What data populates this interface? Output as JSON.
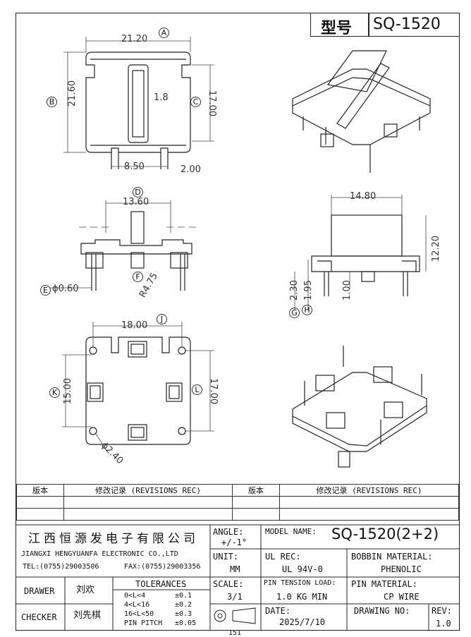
{
  "header": {
    "model_label": "型号",
    "model_value": "SQ-1520"
  },
  "dims": {
    "top_width": "21.20",
    "top_height": "21.60",
    "top_inner": "17.00",
    "slot": "1.8",
    "pin_span": "8.50",
    "pin_w": "2.00",
    "side_width": "13.60",
    "radius": "R4.75",
    "pin_dia": "ϕ0.60",
    "front_width": "14.80",
    "front_height": "12.20",
    "h1": "2.30",
    "h2": "1.95",
    "h3": "1.00",
    "bottom_width": "18.00",
    "bottom_height": "15.00",
    "bottom_inner": "17.00",
    "hole_dia": "ϕ2.40"
  },
  "markers": [
    "A",
    "B",
    "C",
    "D",
    "E",
    "F",
    "G",
    "H",
    "J",
    "K",
    "L"
  ],
  "revisions": {
    "col1": "版本",
    "col2": "修改记录 (REVISIONS REC)",
    "col3": "版本",
    "col4": "修改记录 (REVISIONS REC)"
  },
  "company": {
    "name_cn": "江西恒源发电子有限公司",
    "name_en": "JIANGXI HENGYUANFA ELECTRONIC CO.,LTD",
    "tel": "TEL:(0755)29003506",
    "fax": "FAX:(0755)29003356"
  },
  "title_block": {
    "angle_label": "ANGLE:",
    "angle_value": "+/-1°",
    "model_name_label": "MODEL NAME:",
    "model_name_value": "SQ-1520(2+2)",
    "unit_label": "UNIT:",
    "unit_value": "MM",
    "ul_label": "UL REC:",
    "ul_value": "UL 94V-0",
    "bobbin_label": "BOBBIN MATERIAL:",
    "bobbin_value": "PHENOLIC",
    "drawer_label": "DRAWER",
    "drawer_value": "刘欢",
    "checker_label": "CHECKER",
    "checker_value": "刘先棋",
    "tolerances_label": "TOLERANCES",
    "tol_rows": [
      {
        "range": "0<L<4",
        "value": "±0.1"
      },
      {
        "range": "4<L<16",
        "value": "±0.2"
      },
      {
        "range": "16<L<50",
        "value": "±0.3"
      },
      {
        "range": "PIN PITCH",
        "value": "±0.05"
      }
    ],
    "scale_label": "SCALE:",
    "scale_value": "3/1",
    "pin_tension_label": "PIN TENSION LOAD:",
    "pin_tension_value": "1.0 KG MIN",
    "pin_material_label": "PIN MATERIAL:",
    "pin_material_value": "CP WIRE",
    "date_label": "DATE:",
    "date_value": "2025/7/10",
    "drawing_no_label": "DRAWING NO:",
    "drawing_no_value": "",
    "rev_label": "REV:",
    "rev_value": "1.0"
  },
  "footer": {
    "page_mark": "151"
  }
}
